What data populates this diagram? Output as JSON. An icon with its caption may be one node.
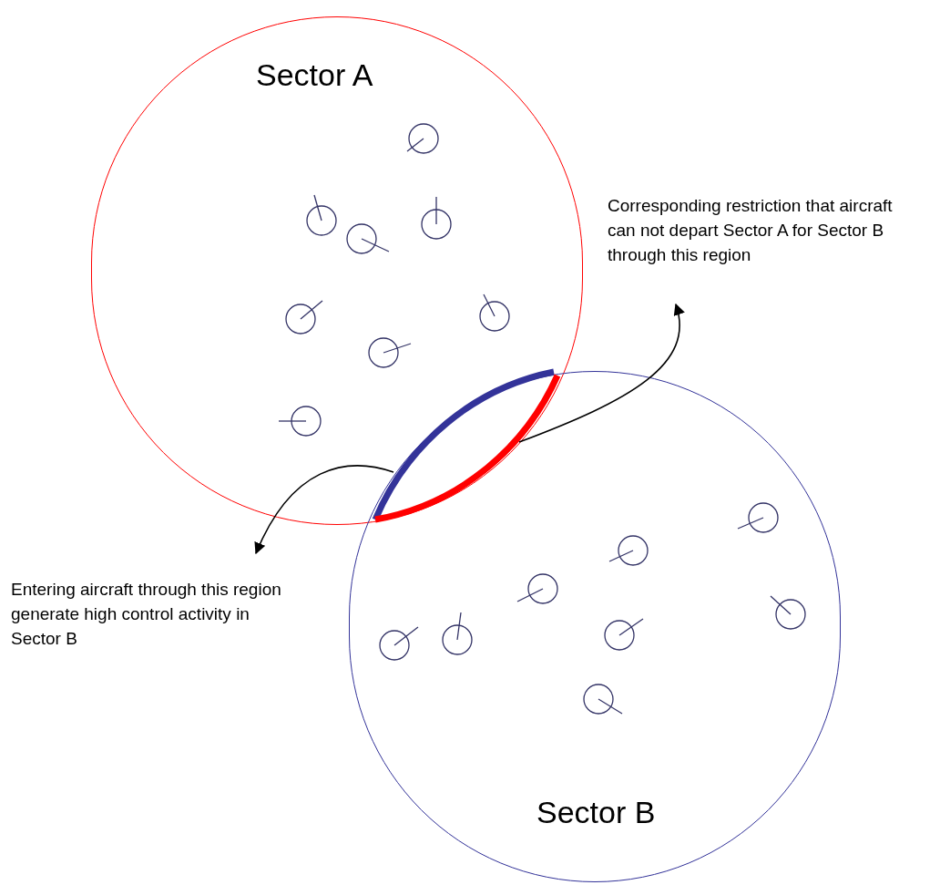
{
  "diagram": {
    "nodes": [
      {
        "text": [
          "Sector A"
        ]
      },
      {
        "text": [
          "Sector B"
        ]
      },
      {
        "text": [
          "Corresponding restriction that aircraft can not depart Sector A for Sector B through this region"
        ]
      },
      {
        "text": [
          "Entering aircraft through this region generate high control activity in Sector B"
        ]
      },
      {
        "text": [],
        "shape": "arc"
      },
      {
        "text": [],
        "shape": "arc"
      }
    ],
    "edges": [
      {
        "from": 4,
        "to": 3,
        "arrow": "to"
      },
      {
        "from": 5,
        "to": 2,
        "arrow": "to"
      }
    ]
  }
}
